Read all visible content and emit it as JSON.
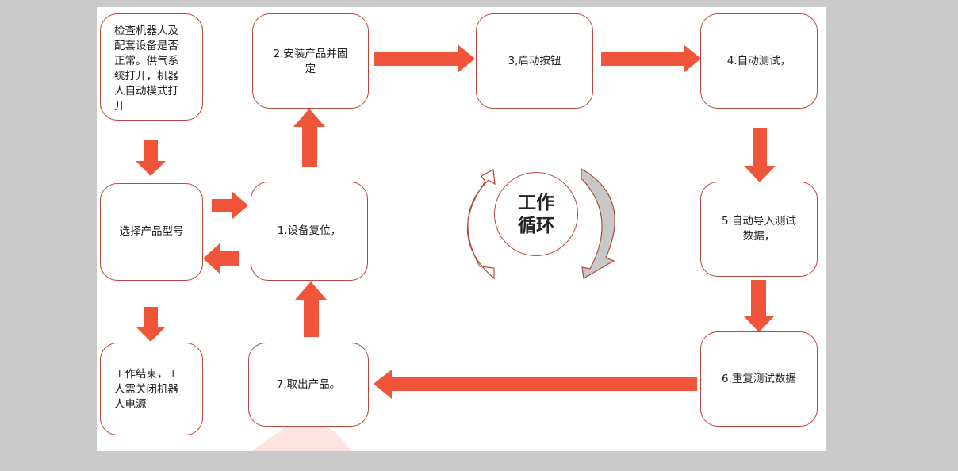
{
  "diagram": {
    "steps": {
      "check": "检查机器人及\n配套设备是否\n正常。供气系\n统打开，机器\n人自动模式打\n开",
      "select_model": "选择产品型号",
      "end": "工作结束，工\n人需关闭机器\n人电源",
      "step1": "1.设备复位，",
      "step2": "2.安装产品并固\n定",
      "step3": "3,启动按钮",
      "step4": "4.自动测试，",
      "step5": "5.自动导入测试\n数据，",
      "step6": "6.重复测试数据",
      "step7": "7,取出产品。"
    },
    "cycle_label": "工作\n循环",
    "colors": {
      "arrow": "#f0553a",
      "box_border": "#b04a3c",
      "background": "#c9c9c9",
      "cycle_arrow_fill": "#c8c8c8"
    }
  }
}
